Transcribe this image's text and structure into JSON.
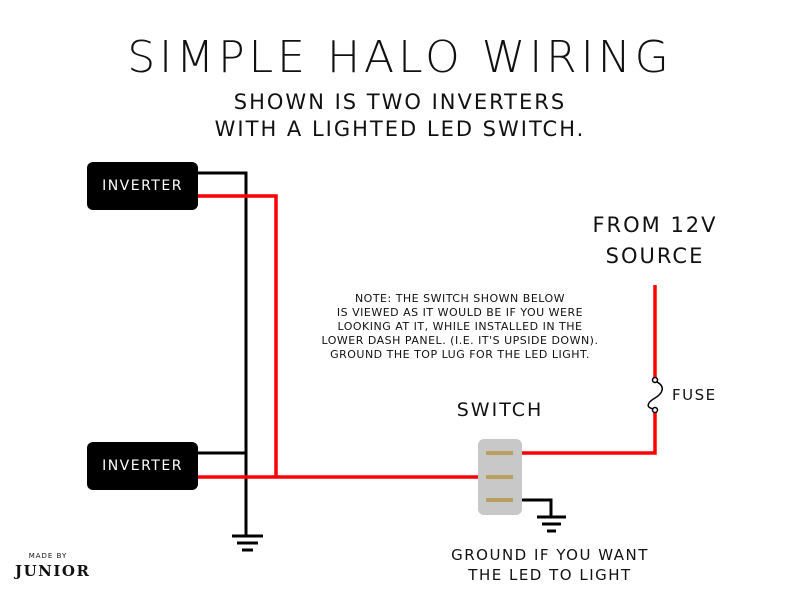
{
  "title": "SIMPLE HALO WIRING",
  "subtitle_lines": [
    "SHOWN IS TWO INVERTERS",
    "WITH A LIGHTED LED SWITCH."
  ],
  "components": {
    "inverter_top": {
      "label": "INVERTER"
    },
    "inverter_bottom": {
      "label": "INVERTER"
    },
    "switch": {
      "label": "SWITCH",
      "lugs": 3,
      "body_color": "#c8c8c8",
      "lug_color": "#b8a060"
    },
    "fuse": {
      "label": "FUSE"
    },
    "source": {
      "label_lines": [
        "FROM 12V",
        "SOURCE"
      ]
    }
  },
  "note_lines": [
    "NOTE: THE SWITCH SHOWN BELOW",
    "IS VIEWED AS IT WOULD BE IF YOU WERE",
    "LOOKING AT IT, WHILE INSTALLED IN THE",
    "LOWER DASH PANEL. (I.E. IT'S UPSIDE DOWN).",
    "GROUND THE TOP LUG FOR THE LED LIGHT."
  ],
  "ground_note_lines": [
    "GROUND IF YOU WANT",
    "THE LED TO LIGHT"
  ],
  "credit": {
    "small": "MADE BY",
    "name": "JUNIOR"
  },
  "colors": {
    "positive_wire": "#ff0000",
    "ground_wire": "#000000",
    "inverter_box": "#000000"
  }
}
